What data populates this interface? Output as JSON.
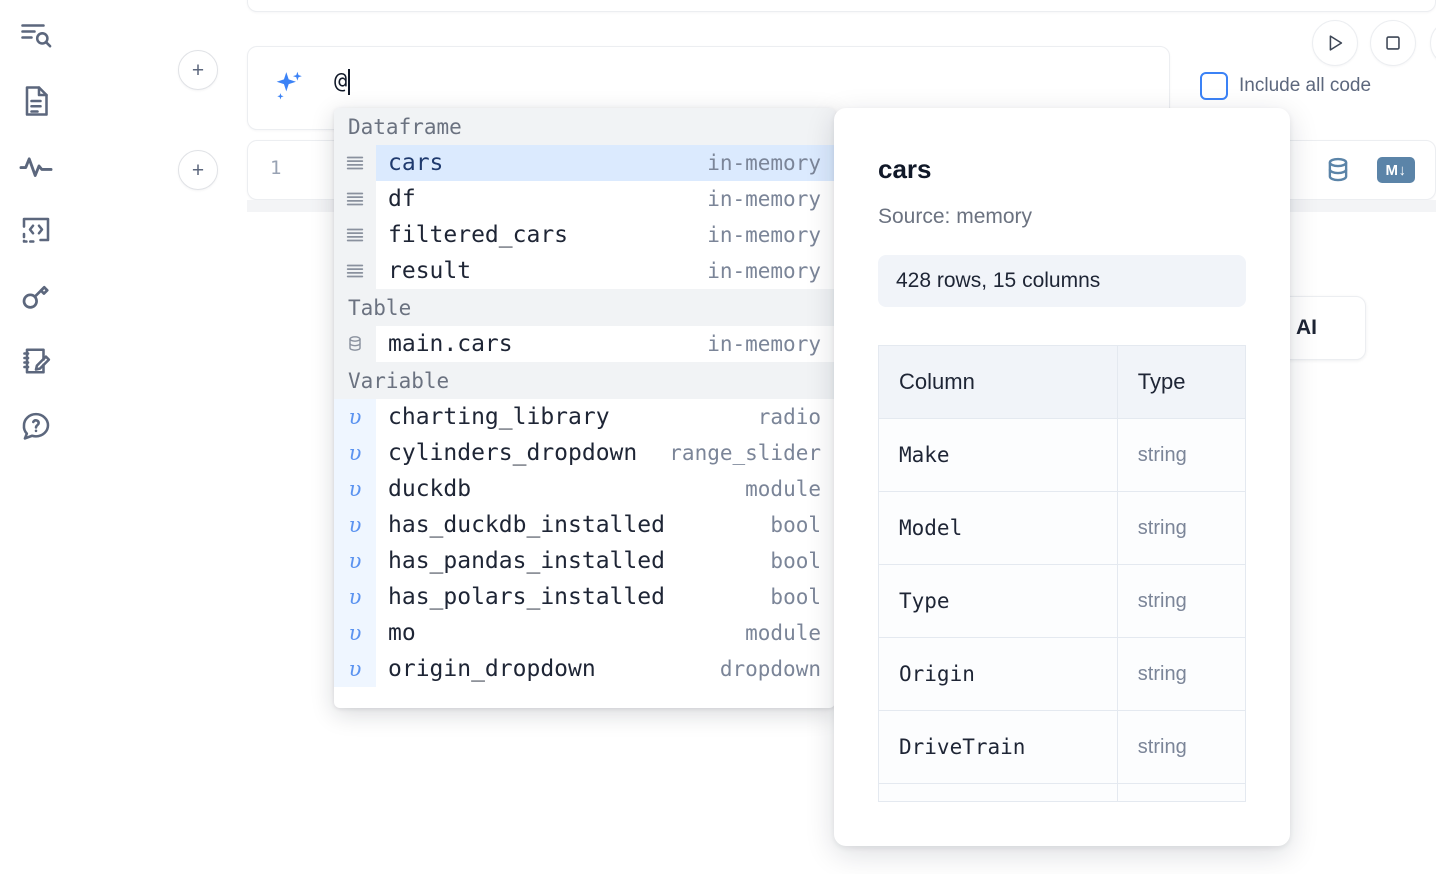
{
  "sidebar": {
    "items": [
      {
        "name": "search-outline-icon",
        "label": "Outline search"
      },
      {
        "name": "document-icon",
        "label": "Notebook"
      },
      {
        "name": "activity-icon",
        "label": "Activity"
      },
      {
        "name": "code-snippet-icon",
        "label": "Snippets"
      },
      {
        "name": "key-icon",
        "label": "Secrets"
      },
      {
        "name": "scratchpad-icon",
        "label": "Scratchpad"
      },
      {
        "name": "help-chat-icon",
        "label": "Help"
      }
    ]
  },
  "toolbar": {
    "add_cell_label": "+",
    "run_label": "▷",
    "stop_label": "□",
    "include_all_code_label": "Include all code",
    "include_all_code_checked": false,
    "accent_color": "#3b82f6"
  },
  "ai_prompt": {
    "value": "@",
    "icon": "sparkle-icon"
  },
  "code_cell": {
    "line_number": "1",
    "database_icon": "database-icon",
    "markdown_badge": "M↓"
  },
  "ai_button": {
    "label": "AI"
  },
  "autocomplete": {
    "sections": [
      {
        "title": "Dataframe",
        "icon": "dataframe-icon",
        "gutter_kind": "plain",
        "items": [
          {
            "name": "cars",
            "type": "in-memory",
            "selected": true
          },
          {
            "name": "df",
            "type": "in-memory",
            "selected": false
          },
          {
            "name": "filtered_cars",
            "type": "in-memory",
            "selected": false
          },
          {
            "name": "result",
            "type": "in-memory",
            "selected": false
          }
        ]
      },
      {
        "title": "Table",
        "icon": "database-icon",
        "gutter_kind": "plain",
        "items": [
          {
            "name": "main.cars",
            "type": "in-memory",
            "selected": false
          }
        ]
      },
      {
        "title": "Variable",
        "icon": "variable-icon",
        "gutter_kind": "var",
        "items": [
          {
            "name": "charting_library",
            "type": "radio",
            "selected": false
          },
          {
            "name": "cylinders_dropdown",
            "type": "range_slider",
            "selected": false
          },
          {
            "name": "duckdb",
            "type": "module",
            "selected": false
          },
          {
            "name": "has_duckdb_installed",
            "type": "bool",
            "selected": false
          },
          {
            "name": "has_pandas_installed",
            "type": "bool",
            "selected": false
          },
          {
            "name": "has_polars_installed",
            "type": "bool",
            "selected": false
          },
          {
            "name": "mo",
            "type": "module",
            "selected": false
          },
          {
            "name": "origin_dropdown",
            "type": "dropdown",
            "selected": false
          }
        ]
      }
    ],
    "variable_glyph": "υ",
    "highlight_color": "#dbeafe"
  },
  "docs": {
    "title": "cars",
    "source": "Source: memory",
    "shape": "428 rows, 15 columns",
    "table": {
      "headers": [
        "Column",
        "Type"
      ],
      "rows": [
        {
          "column": "Make",
          "type": "string"
        },
        {
          "column": "Model",
          "type": "string"
        },
        {
          "column": "Type",
          "type": "string"
        },
        {
          "column": "Origin",
          "type": "string"
        },
        {
          "column": "DriveTrain",
          "type": "string"
        }
      ]
    }
  }
}
